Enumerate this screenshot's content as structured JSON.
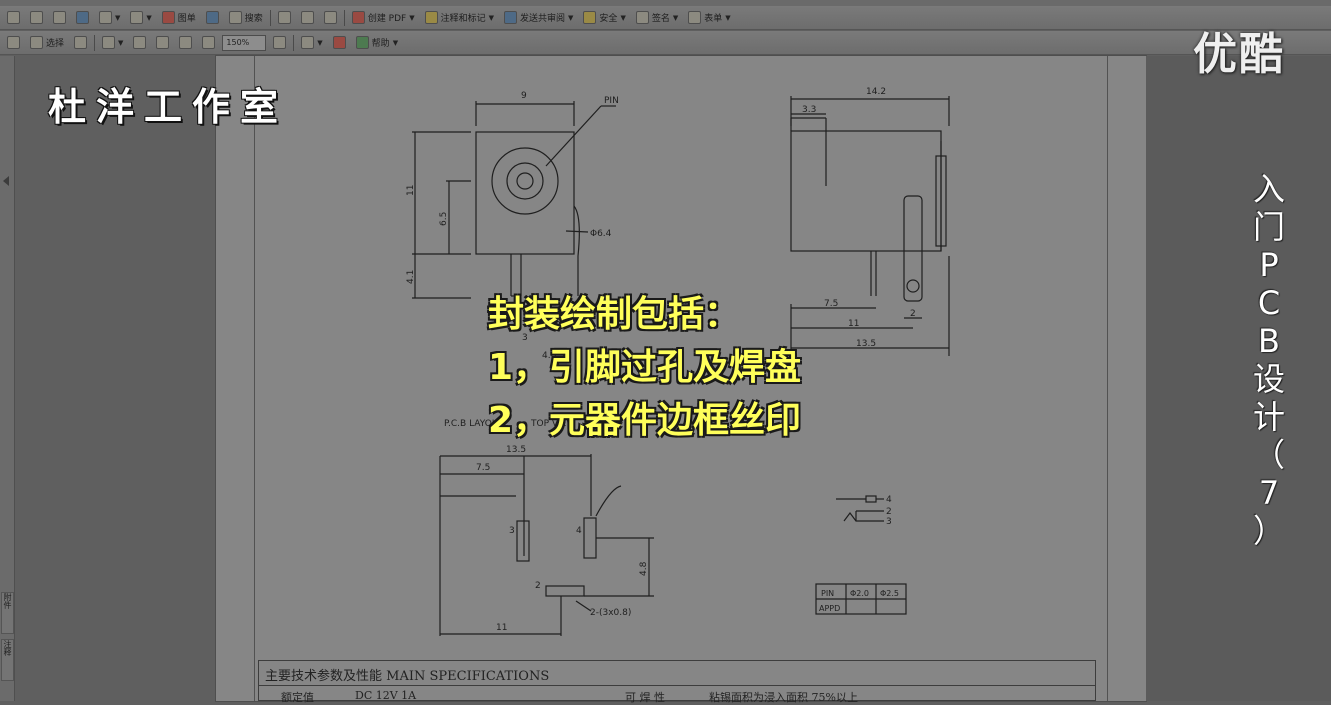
{
  "toolbar_row1": [
    {
      "name": "open-button",
      "label": "",
      "icon": "folder-open-icon"
    },
    {
      "name": "save-button",
      "label": "",
      "icon": "save-icon"
    },
    {
      "name": "print-button",
      "label": "",
      "icon": "print-icon"
    },
    {
      "name": "email-button",
      "label": "",
      "icon": "email-icon"
    },
    {
      "name": "tool-dropdown",
      "label": "",
      "icon": "page-icon"
    },
    {
      "name": "attach-dropdown",
      "label": "",
      "icon": "paperclip-icon"
    },
    {
      "name": "chart-button",
      "label": "图单",
      "icon": "chart-icon"
    },
    {
      "name": "web-button",
      "label": "",
      "icon": "globe-icon"
    },
    {
      "name": "search-button",
      "label": "搜索",
      "icon": "binoculars-icon"
    },
    {
      "name": "rotate-button",
      "label": "",
      "icon": "rotate-icon"
    },
    {
      "name": "undo-button",
      "label": "",
      "icon": "undo-icon"
    },
    {
      "name": "redo-button",
      "label": "",
      "icon": "redo-icon"
    },
    {
      "name": "create-pdf-button",
      "label": "创建 PDF",
      "icon": "pdf-icon"
    },
    {
      "name": "comment-button",
      "label": "注释和标记",
      "icon": "comment-icon"
    },
    {
      "name": "share-button",
      "label": "发送共审阅",
      "icon": "share-icon"
    },
    {
      "name": "security-button",
      "label": "安全",
      "icon": "lock-icon"
    },
    {
      "name": "sign-button",
      "label": "签名",
      "icon": "pen-icon"
    },
    {
      "name": "form-button",
      "label": "表单",
      "icon": "form-icon"
    }
  ],
  "toolbar_row2": {
    "hand_tool": "",
    "select_tool_label": "选择",
    "zoom_value": "150%",
    "help_label": "帮助"
  },
  "left_nav_tabs": [
    "附件",
    "注释"
  ],
  "drawing_labels": {
    "front_width": "9",
    "pin": "PIN",
    "height": "11",
    "center_height": "6.5",
    "bottom_offset": "4.1",
    "hole_diameter": "Φ6.4",
    "side_width": "14.2",
    "side_offset": "3.3",
    "pin_offset": "7.5",
    "side_length": "11",
    "pin_gap": "2",
    "total_length": "13.5",
    "small_dim": "3",
    "small_dim2": "4.6",
    "pcb_layout": "P.C.B LAYOUT",
    "top_view": "TOP VIEW",
    "pcb_width": "13.5",
    "pcb_offset": "7.5",
    "pad3": "3",
    "pad4": "4",
    "pad2": "2",
    "pcb_height": "4.8",
    "pcb_length": "11",
    "slot_size": "2-(3x0.8)",
    "schematic_4": "4",
    "schematic_2": "2",
    "schematic_3": "3",
    "table_pin": "PIN",
    "table_d1": "Φ2.0",
    "table_d2": "Φ2.5",
    "table_appd": "APPD"
  },
  "spec": {
    "title": "主要技术参数及性能  MAIN SPECIFICATIONS",
    "row1_label": "额定值",
    "row1_value": "DC 12V 1A",
    "row2_label": "可 焊 性",
    "row2_value": "粘锡面积为浸入面积 75%以上"
  },
  "overlay": {
    "watermark_logo": "优酷",
    "studio_name": "杜洋工作室",
    "side_title": [
      "入",
      "门",
      "P",
      "C",
      "B",
      "设",
      "计",
      "（",
      "7",
      "）"
    ],
    "subtitle_lines": [
      "封装绘制包括：",
      "1，引脚过孔及焊盘",
      "2，元器件边框丝印"
    ]
  }
}
